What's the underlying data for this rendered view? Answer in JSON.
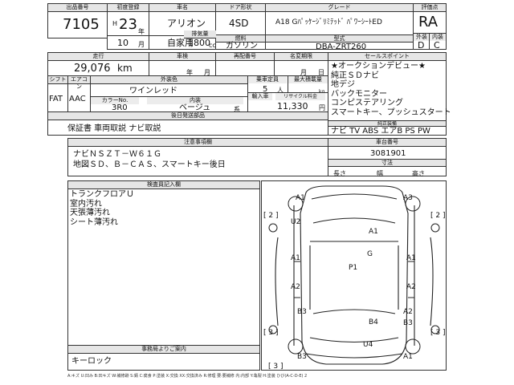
{
  "header": {
    "lot_label": "出品番号",
    "lot_no": "7105",
    "first_reg_label": "初度登録",
    "era": "H",
    "year": "23",
    "year_unit": "年",
    "month": "10",
    "month_unit": "月",
    "car_name_label": "車名",
    "car_name": "アリオン",
    "usage": "自家用",
    "door_label": "ドア形状",
    "door": "4SD",
    "displacement_label": "排気量",
    "displacement": "1800",
    "cc": "cc",
    "fuel_label": "燃料",
    "fuel": "ガソリン",
    "grade_label": "グレード",
    "grade": "A18 Gﾊﾟｯｹｰｼﾞﾘﾐﾃｯﾄﾞ ﾊﾟﾜｰｼｰﾄED",
    "model_label": "型式",
    "model": "DBA-ZRT260",
    "score_label": "評価点",
    "score": "RA",
    "ext_label": "外装",
    "ext": "D",
    "int_label": "内装",
    "int": "C"
  },
  "row2": {
    "mileage_label": "走行",
    "mileage": "29,076",
    "km": "km",
    "inspection_label": "車検",
    "year_unit": "年",
    "month_unit": "月",
    "redeliv_label": "再配番号",
    "change_label": "名変期限",
    "day_unit": "日"
  },
  "sales_points": {
    "title": "セールスポイント",
    "items": [
      "★オークションデビュー★",
      "純正ＳＤナビ",
      "地デジ",
      "バックモニター",
      "コンピステアリング",
      "スマートキー、プッシュスタート"
    ]
  },
  "row3": {
    "shift_label": "シフト",
    "shift": "FAT",
    "ac_label": "エアコン",
    "ac": "AAC",
    "exterior_color_label": "外装色",
    "exterior_color": "ワインレッド",
    "color_no_label": "カラーNo.",
    "color_no": "3R0",
    "interior_label": "内装",
    "interior_color": "ベージュ",
    "interior_suffix": "系",
    "capacity_label": "乗車定員",
    "capacity": "5",
    "capacity_unit": "人",
    "load_label": "最大積載量",
    "load_unit": "kg",
    "import_label": "輸入車",
    "recycle_label": "リサイクル料金",
    "recycle": "11,330",
    "recycle_unit": "円"
  },
  "equipment": {
    "title": "純正装備",
    "text": "ナビ TV ABS エアB PS PW"
  },
  "delivery_docs": {
    "title": "後日発送部品",
    "text": "保証書 車両取説 ナビ取説"
  },
  "body_no": {
    "title": "車台番号",
    "value": "3081901",
    "size_title": "寸法",
    "length_label": "長さ",
    "width_label": "幅",
    "height_label": "高さ"
  },
  "notes": {
    "title": "注意事項欄",
    "lines": [
      "ナビＮＳＺＴ－Ｗ６１Ｇ",
      "地図ＳＤ、Ｂ－ＣＡＳ、スマートキー後日"
    ]
  },
  "inspector": {
    "title": "検査員記入欄",
    "lines": [
      "トランクフロアＵ",
      "室内汚れ",
      "天張薄汚れ",
      "シート薄汚れ"
    ]
  },
  "office": {
    "title": "事務局よりご案内",
    "text": "キーロック"
  },
  "diagram": {
    "marks": [
      "A1",
      "A3",
      "U2",
      "A1",
      "G",
      "P1",
      "A1",
      "A1",
      "A2",
      "A2",
      "B3",
      "B4",
      "A2",
      "B3",
      "U4",
      "B3",
      "A1"
    ],
    "brackets": [
      "[ 2 ]",
      "[ 2 ]",
      "[ 3 ]",
      "[ 3 ]",
      "[ 3 ]"
    ]
  },
  "legend": "A:キズ U:凹み B:凹キズ W:補修跡 S:錆 C:腐食 P:塗装 X:交換 XX:交換済み R:修理 要:要補修 内:内部 Y:亀裂 H:塗装 ひび(A-C-D-E) 2"
}
